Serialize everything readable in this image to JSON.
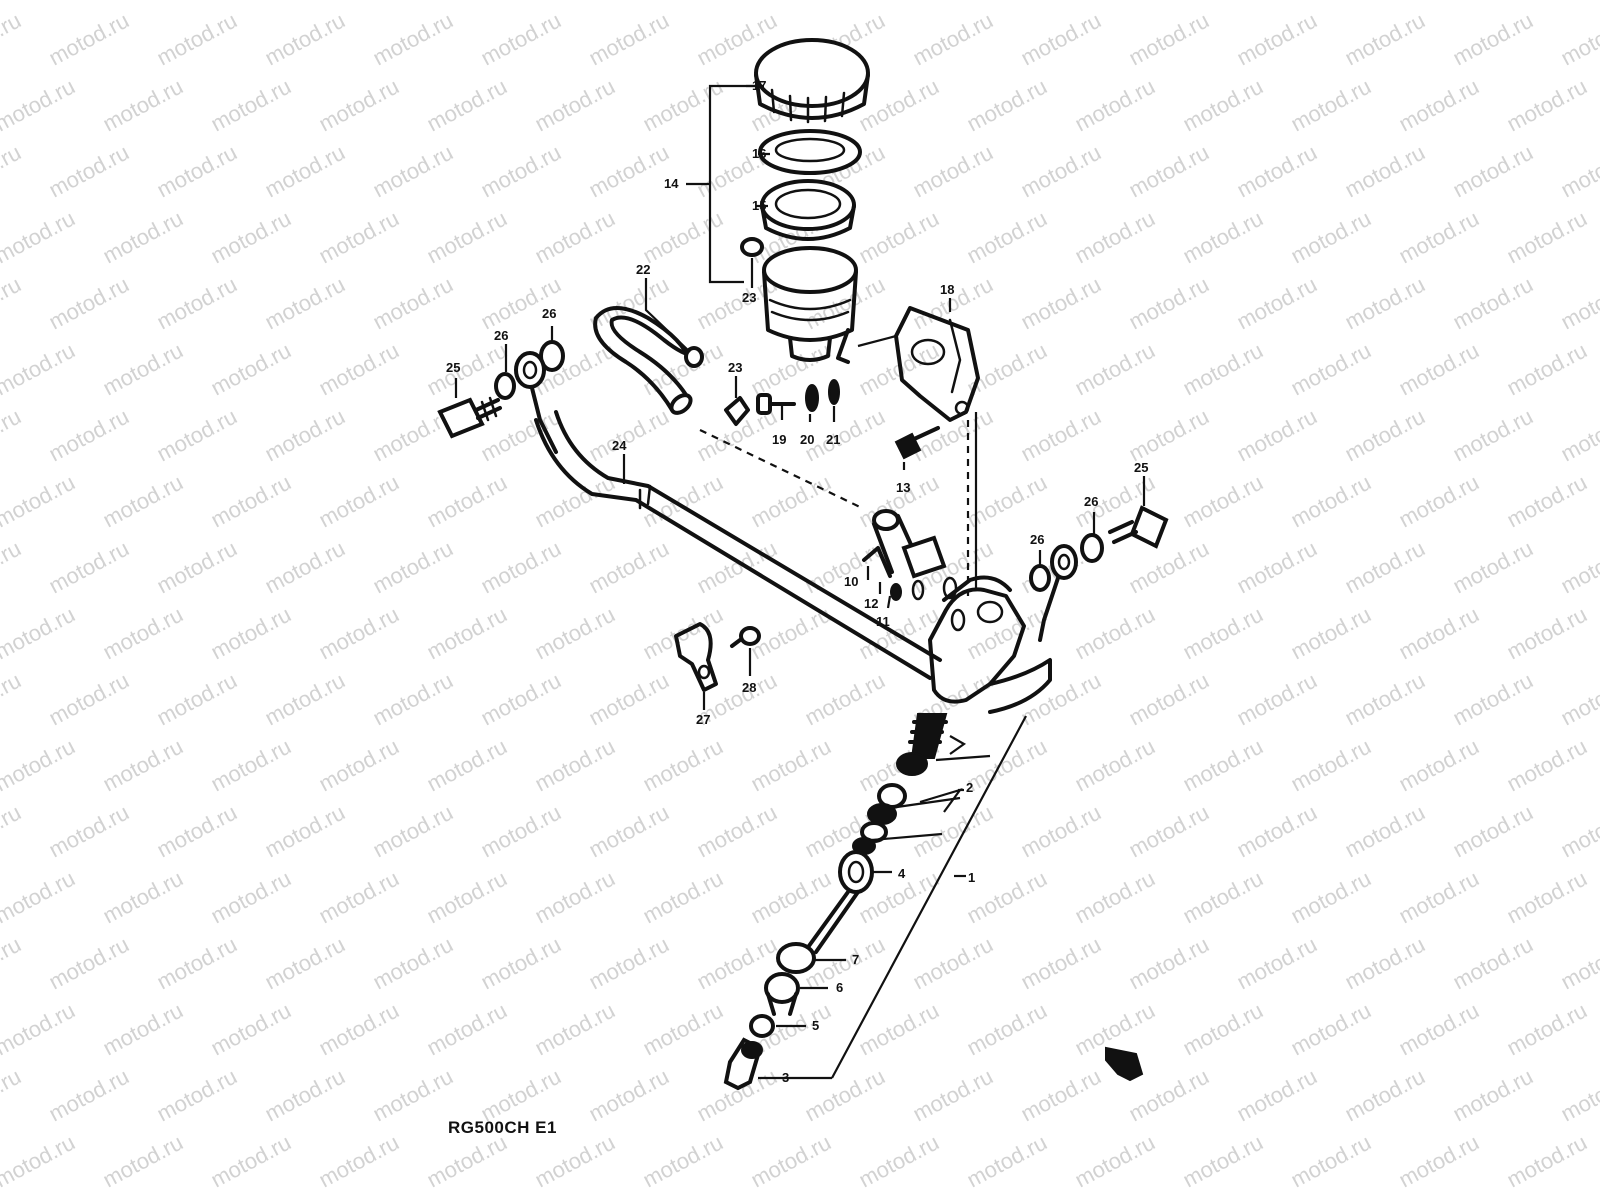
{
  "watermark": {
    "text": "motod.ru",
    "color": "#d2d2d2"
  },
  "model_code": "RG500CH E1",
  "callouts": [
    {
      "id": "c1",
      "label": "1"
    },
    {
      "id": "c2",
      "label": "2"
    },
    {
      "id": "c3",
      "label": "3"
    },
    {
      "id": "c4",
      "label": "4"
    },
    {
      "id": "c5",
      "label": "5"
    },
    {
      "id": "c6",
      "label": "6"
    },
    {
      "id": "c7",
      "label": "7"
    },
    {
      "id": "c10",
      "label": "10"
    },
    {
      "id": "c11",
      "label": "11"
    },
    {
      "id": "c12",
      "label": "12"
    },
    {
      "id": "c13",
      "label": "13"
    },
    {
      "id": "c14",
      "label": "14"
    },
    {
      "id": "c15",
      "label": "15"
    },
    {
      "id": "c16",
      "label": "16"
    },
    {
      "id": "c17",
      "label": "17"
    },
    {
      "id": "c18",
      "label": "18"
    },
    {
      "id": "c19",
      "label": "19"
    },
    {
      "id": "c20",
      "label": "20"
    },
    {
      "id": "c21",
      "label": "21"
    },
    {
      "id": "c22",
      "label": "22"
    },
    {
      "id": "c23a",
      "label": "23"
    },
    {
      "id": "c23b",
      "label": "23"
    },
    {
      "id": "c24",
      "label": "24"
    },
    {
      "id": "c25a",
      "label": "25"
    },
    {
      "id": "c25b",
      "label": "25"
    },
    {
      "id": "c26a",
      "label": "26"
    },
    {
      "id": "c26b",
      "label": "26"
    },
    {
      "id": "c26c",
      "label": "26"
    },
    {
      "id": "c26d",
      "label": "26"
    },
    {
      "id": "c27",
      "label": "27"
    },
    {
      "id": "c28",
      "label": "28"
    }
  ]
}
